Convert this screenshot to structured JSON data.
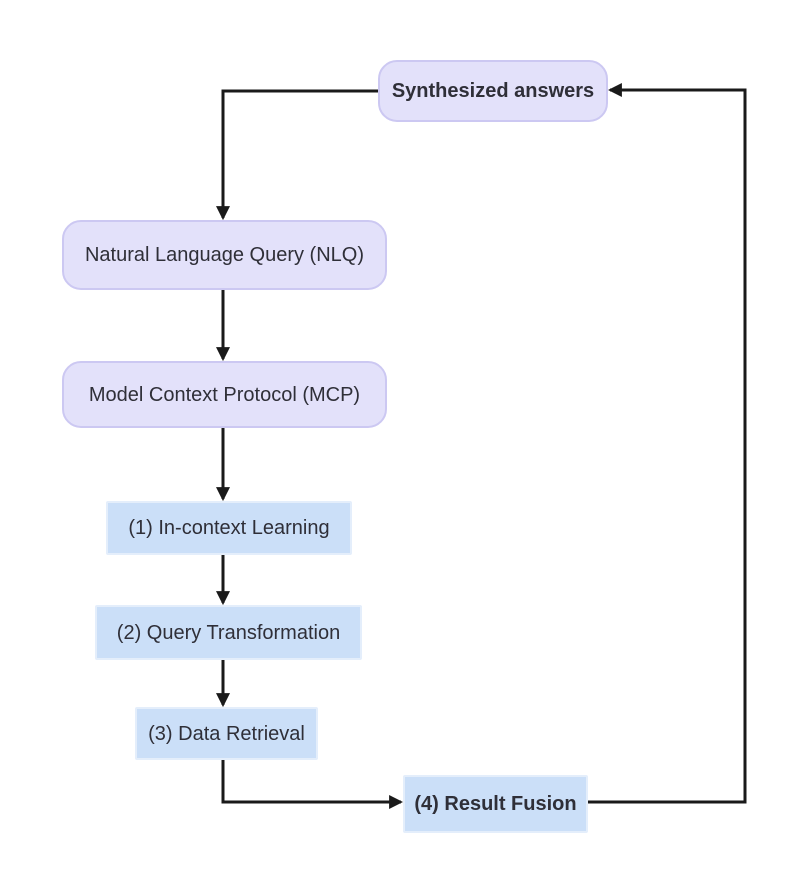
{
  "diagram": {
    "type": "flowchart",
    "colors": {
      "line": "#1a1a1a",
      "text": "#2f2f38",
      "rounded_fill": "#e3e1fa",
      "rounded_border": "#ccc8f2",
      "rect_fill": "#cbdff8",
      "rect_border": "#e4eefb",
      "background": "#ffffff"
    },
    "nodes": [
      {
        "id": "synthesized-answers",
        "label": "Synthesized answers",
        "shape": "rounded",
        "emphasis": "bold"
      },
      {
        "id": "nlq",
        "label": "Natural Language Query (NLQ)",
        "shape": "rounded",
        "emphasis": "regular"
      },
      {
        "id": "mcp",
        "label": "Model Context Protocol (MCP)",
        "shape": "rounded",
        "emphasis": "regular"
      },
      {
        "id": "step-1",
        "label": "(1) In-context Learning",
        "shape": "rect",
        "emphasis": "regular"
      },
      {
        "id": "step-2",
        "label": "(2) Query Transformation",
        "shape": "rect",
        "emphasis": "regular"
      },
      {
        "id": "step-3",
        "label": "(3) Data Retrieval",
        "shape": "rect",
        "emphasis": "regular"
      },
      {
        "id": "step-4",
        "label": "(4) Result Fusion",
        "shape": "rect",
        "emphasis": "bold"
      }
    ],
    "edges": [
      {
        "from": "synthesized-answers",
        "to": "nlq"
      },
      {
        "from": "nlq",
        "to": "mcp"
      },
      {
        "from": "mcp",
        "to": "step-1"
      },
      {
        "from": "step-1",
        "to": "step-2"
      },
      {
        "from": "step-2",
        "to": "step-3"
      },
      {
        "from": "step-3",
        "to": "step-4"
      },
      {
        "from": "step-4",
        "to": "synthesized-answers"
      }
    ]
  }
}
